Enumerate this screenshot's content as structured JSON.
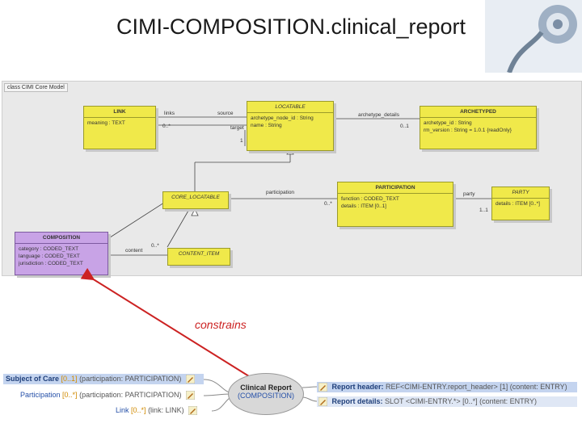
{
  "title": "CIMI-COMPOSITION.clinical_report",
  "diagram": {
    "package_label": "class CIMI Core Model",
    "classes": {
      "link": {
        "name": "LINK",
        "attrs": [
          "meaning : TEXT"
        ]
      },
      "locatable": {
        "name": "LOCATABLE",
        "attrs": [
          "archetype_node_id : String",
          "name : String"
        ]
      },
      "archetyped": {
        "name": "ARCHETYPED",
        "attrs": [
          "archetype_id : String",
          "rm_version : String = 1.0.1 {readOnly}"
        ]
      },
      "core_locatable": {
        "name": "CORE_LOCATABLE",
        "attrs": []
      },
      "participation": {
        "name": "PARTICIPATION",
        "attrs": [
          "function : CODED_TEXT",
          "details : ITEM [0..1]"
        ]
      },
      "party": {
        "name": "PARTY",
        "attrs": [
          "details : ITEM [0..*]"
        ]
      },
      "composition": {
        "name": "COMPOSITION",
        "attrs": [
          "category : CODED_TEXT",
          "language : CODED_TEXT",
          "jurisdiction : CODED_TEXT"
        ]
      },
      "content_item": {
        "name": "CONTENT_ITEM",
        "attrs": []
      }
    },
    "labels": {
      "links": "links",
      "link_mult": "0..*",
      "source": "source",
      "target": "target",
      "one": "1",
      "archetype_details": "archetype_details",
      "arch_mult": "0..1",
      "participation": "participation",
      "part_mult": "0..*",
      "party": "party",
      "party_mult": "1..1",
      "content": "content",
      "content_mult": "0..*"
    }
  },
  "constrains_label": "constrains",
  "model": {
    "center_title": "Clinical Report",
    "center_sub": "(COMPOSITION)",
    "left": [
      {
        "name": "Subject of Care",
        "mult": "[0..1]",
        "detail": "(participation: PARTICIPATION)"
      },
      {
        "name": "Participation",
        "mult": "[0..*]",
        "detail": "(participation: PARTICIPATION)"
      },
      {
        "name": "Link",
        "mult": "[0..*]",
        "detail": "(link: LINK)"
      }
    ],
    "right": [
      {
        "name": "Report header:",
        "detail": "REF<CIMI-ENTRY.report_header> [1] (content: ENTRY)"
      },
      {
        "name": "Report details:",
        "detail": "SLOT <CIMI-ENTRY.*> [0..*] (content: ENTRY)"
      }
    ]
  },
  "colors": {
    "yellow": "#f0e94a",
    "purple": "#c8a3e6",
    "red_arrow": "#cc2222",
    "blue_bar": "#c4d4ef"
  }
}
